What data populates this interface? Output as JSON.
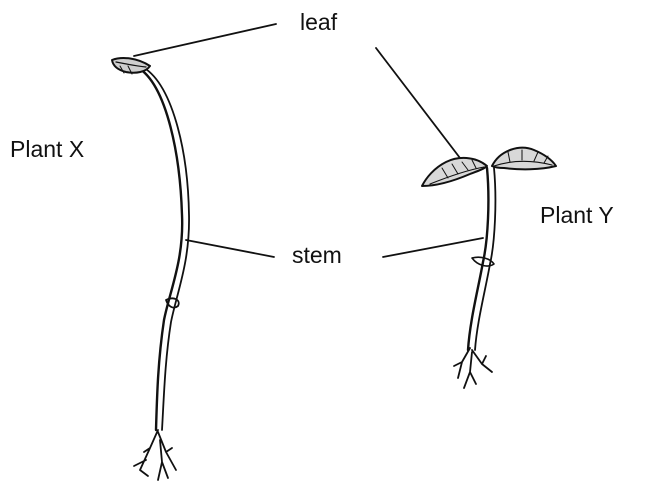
{
  "labels": {
    "leaf": "leaf",
    "stem": "stem",
    "plant_x": "Plant X",
    "plant_y": "Plant Y"
  },
  "colors": {
    "ink": "#111111",
    "leaf_fill": "#d8d8d8"
  }
}
